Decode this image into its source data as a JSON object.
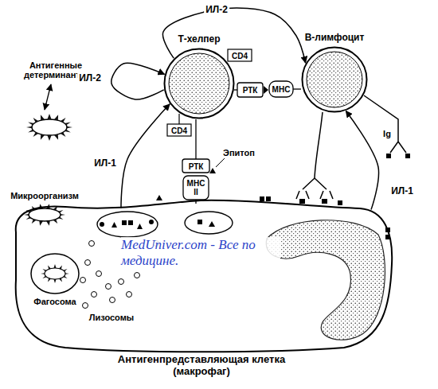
{
  "diagram": {
    "nodes": [
      {
        "text": [
          "Т-хелпер"
        ]
      },
      {
        "text": [
          "В-лимфоцит"
        ]
      },
      {
        "text": [
          "Микроорганизм"
        ]
      },
      {
        "text": [
          "Антигенпредставляющая клетка (макрофаг)"
        ]
      },
      {
        "text": [
          "Фагосома"
        ],
        "in": 3
      }
    ],
    "edges": [
      {
        "from": 0,
        "to": 1,
        "label": "ИЛ-2",
        "arrow": "to"
      },
      {
        "from": 3,
        "to": 0,
        "label": "ИЛ-1",
        "arrow": "to"
      },
      {
        "from": 3,
        "to": 1,
        "label": "ИЛ-1",
        "arrow": "to"
      },
      {
        "from": 0,
        "to": 0,
        "label": "ИЛ-2",
        "arrow": "to"
      }
    ],
    "labels": [
      "Антигенные детерминанты",
      "CD4",
      "CD4",
      "РТК",
      "РТК",
      "МНС",
      "МНС II",
      "Эпитоп",
      "Ig",
      "Лизосомы",
      "MedUniver.com - Все по медицине."
    ]
  }
}
